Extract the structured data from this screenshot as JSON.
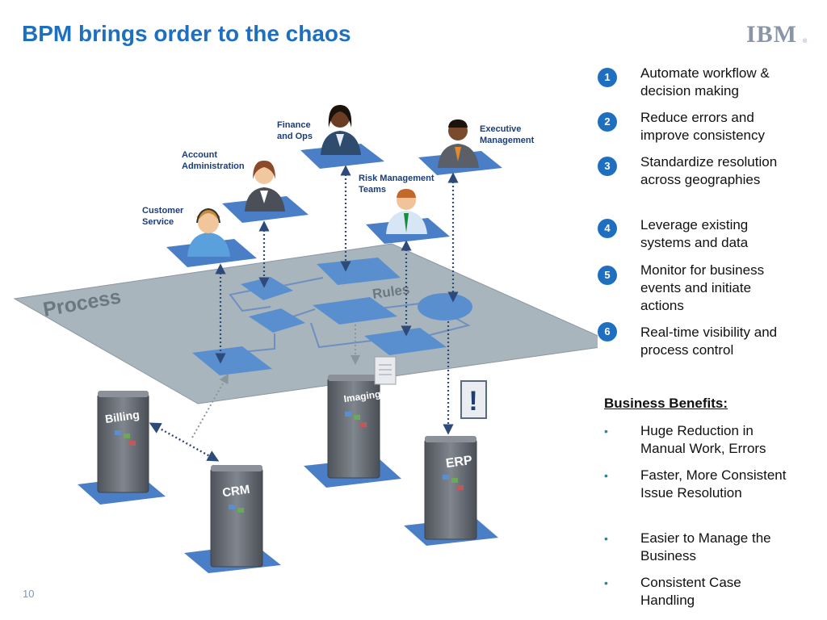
{
  "title": "BPM brings order to the chaos",
  "logo": "IBM",
  "logo_mark": "®",
  "diagram": {
    "platform_labels": [
      "Process",
      "Rules"
    ],
    "roles": [
      {
        "label": "Customer\nService"
      },
      {
        "label": "Account\nAdministration"
      },
      {
        "label": "Finance\nand Ops"
      },
      {
        "label": "Risk Management\nTeams"
      },
      {
        "label": "Executive\nManagement"
      }
    ],
    "systems": [
      "Billing",
      "CRM",
      "Imaging",
      "ERP"
    ],
    "alert_symbol": "!"
  },
  "steps": [
    {
      "num": "1",
      "text": "Automate workflow & decision making"
    },
    {
      "num": "2",
      "text": "Reduce errors and improve consistency"
    },
    {
      "num": "3",
      "text": "Standardize resolution across geographies"
    },
    {
      "num": "4",
      "text": "Leverage existing systems and data"
    },
    {
      "num": "5",
      "text": "Monitor for business events and initiate actions"
    },
    {
      "num": "6",
      "text": "Real-time visibility and process control"
    }
  ],
  "benefits": {
    "title": "Business Benefits:",
    "bullet_symbol": "•",
    "items": [
      "Huge Reduction in Manual Work, Errors",
      "Faster, More Consistent Issue Resolution",
      "Easier to Manage the Business",
      "Consistent Case Handling"
    ]
  },
  "page_number": "10",
  "colors": {
    "title": "#1f6fc0",
    "platform": "#a8b4bc",
    "shape": "#5a8fcf",
    "pad": "#4a7fc8",
    "server": "#5e636b"
  }
}
